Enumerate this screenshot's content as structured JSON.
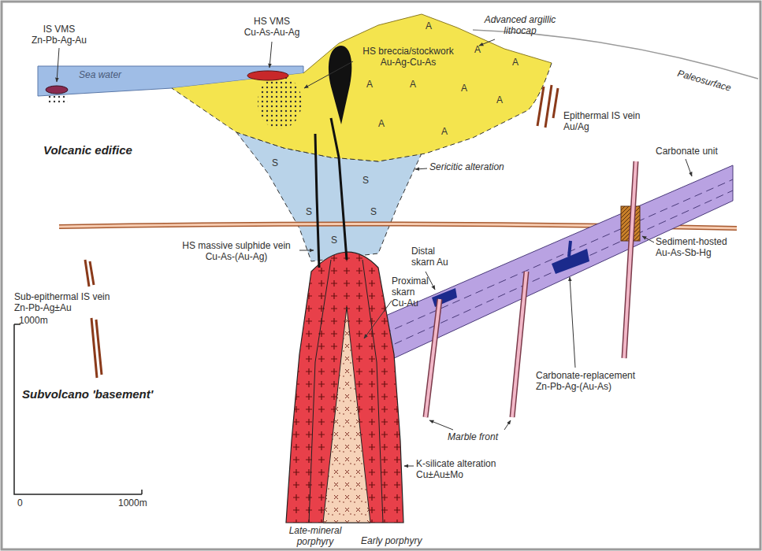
{
  "diagram": {
    "labels": [
      "IS VMS Zn-Pb-Ag-Au",
      "HS VMS Cu-As-Au-Ag",
      "Advanced argillic lithocap",
      "HS breccia/stockwork Au-Ag-Cu-As",
      "A",
      "A",
      "A",
      "A",
      "A",
      "A",
      "A",
      "A",
      "A",
      "Paleosurface",
      "Sea water",
      "Epithermal IS vein Au/Ag",
      "Volcanic edifice",
      "Sericitic alteration",
      "S",
      "S",
      "S",
      "S",
      "S",
      "Carbonate unit",
      "HS massive sulphide vein Cu-As-(Au-Ag)",
      "Distal skarn Au",
      "Sediment-hosted Au-As-Sb-Hg",
      "Proximal skarn Cu-Au",
      "Sub-epithermal IS vein Zn-Pb-Ag±Au",
      "1000m",
      "Carbonate-replacement Zn-Pb-Ag-(Au-As)",
      "Subvolcano 'basement'",
      "Marble front",
      "K-silicate alteration Cu±Au±Mo",
      "0",
      "1000m",
      "Late-mineral porphyry",
      "Early porphyry"
    ]
  }
}
